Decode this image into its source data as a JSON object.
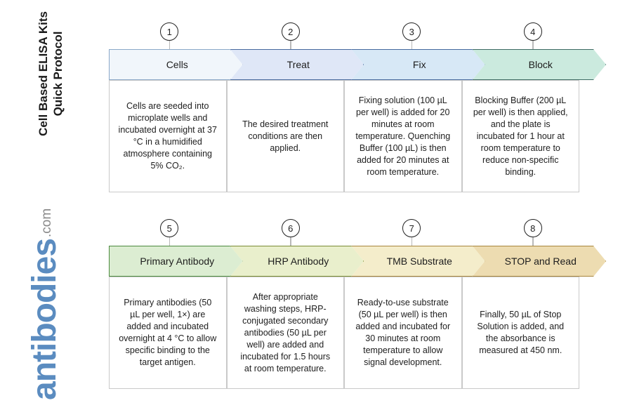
{
  "title": {
    "line1": "Cell Based ELISA Kits",
    "line2": "Quick Protocol"
  },
  "logo": {
    "word": "antibodies",
    "tld": ".com",
    "word_color": "#5b8cc0",
    "tld_color": "#8a8a8a"
  },
  "rows": [
    {
      "id": "row-1",
      "steps": [
        {
          "number": "1",
          "label": "Cells",
          "fill": "#f1f6fb",
          "stroke": "#8aa8c8",
          "body": "Cells are seeded into microplate wells and incubated overnight at 37 °C in a humidified atmosphere containing 5% CO₂."
        },
        {
          "number": "2",
          "label": "Treat",
          "fill": "#dfe7f7",
          "stroke": "#46699e",
          "body": "The desired treatment conditions are then applied."
        },
        {
          "number": "3",
          "label": "Fix",
          "fill": "#d7e8f6",
          "stroke": "#46699e",
          "body": "Fixing solution (100 µL per well) is added for 20 minutes at room temperature. Quenching Buffer (100 µL) is then added for 20 minutes at room temperature."
        },
        {
          "number": "4",
          "label": "Block",
          "fill": "#cbeade",
          "stroke": "#3e6b63",
          "body": "Blocking Buffer (200 µL per well) is then applied, and the plate is incubated for 1 hour at room temperature to reduce non-specific binding."
        }
      ]
    },
    {
      "id": "row-2",
      "steps": [
        {
          "number": "5",
          "label": "Primary Antibody",
          "fill": "#dcedd2",
          "stroke": "#4b8a3e",
          "body": "Primary antibodies (50 µL per well, 1×) are added and incubated overnight at 4 °C to allow specific binding to the target antigen."
        },
        {
          "number": "6",
          "label": "HRP Antibody",
          "fill": "#e9efcc",
          "stroke": "#7a8b33",
          "body": "After appropriate washing steps, HRP-conjugated secondary antibodies (50 µL per well) are added and incubated for 1.5 hours at room temperature."
        },
        {
          "number": "7",
          "label": "TMB Substrate",
          "fill": "#f4edcb",
          "stroke": "#a8853c",
          "body": "Ready-to-use substrate (50 µL per well) is then added and incubated for 30 minutes at room temperature to allow signal development."
        },
        {
          "number": "8",
          "label": "STOP and Read",
          "fill": "#eddcb1",
          "stroke": "#a8853c",
          "body": "Finally, 50 µL of Stop Solution is added, and the absorbance is measured at 450 nm."
        }
      ]
    }
  ]
}
